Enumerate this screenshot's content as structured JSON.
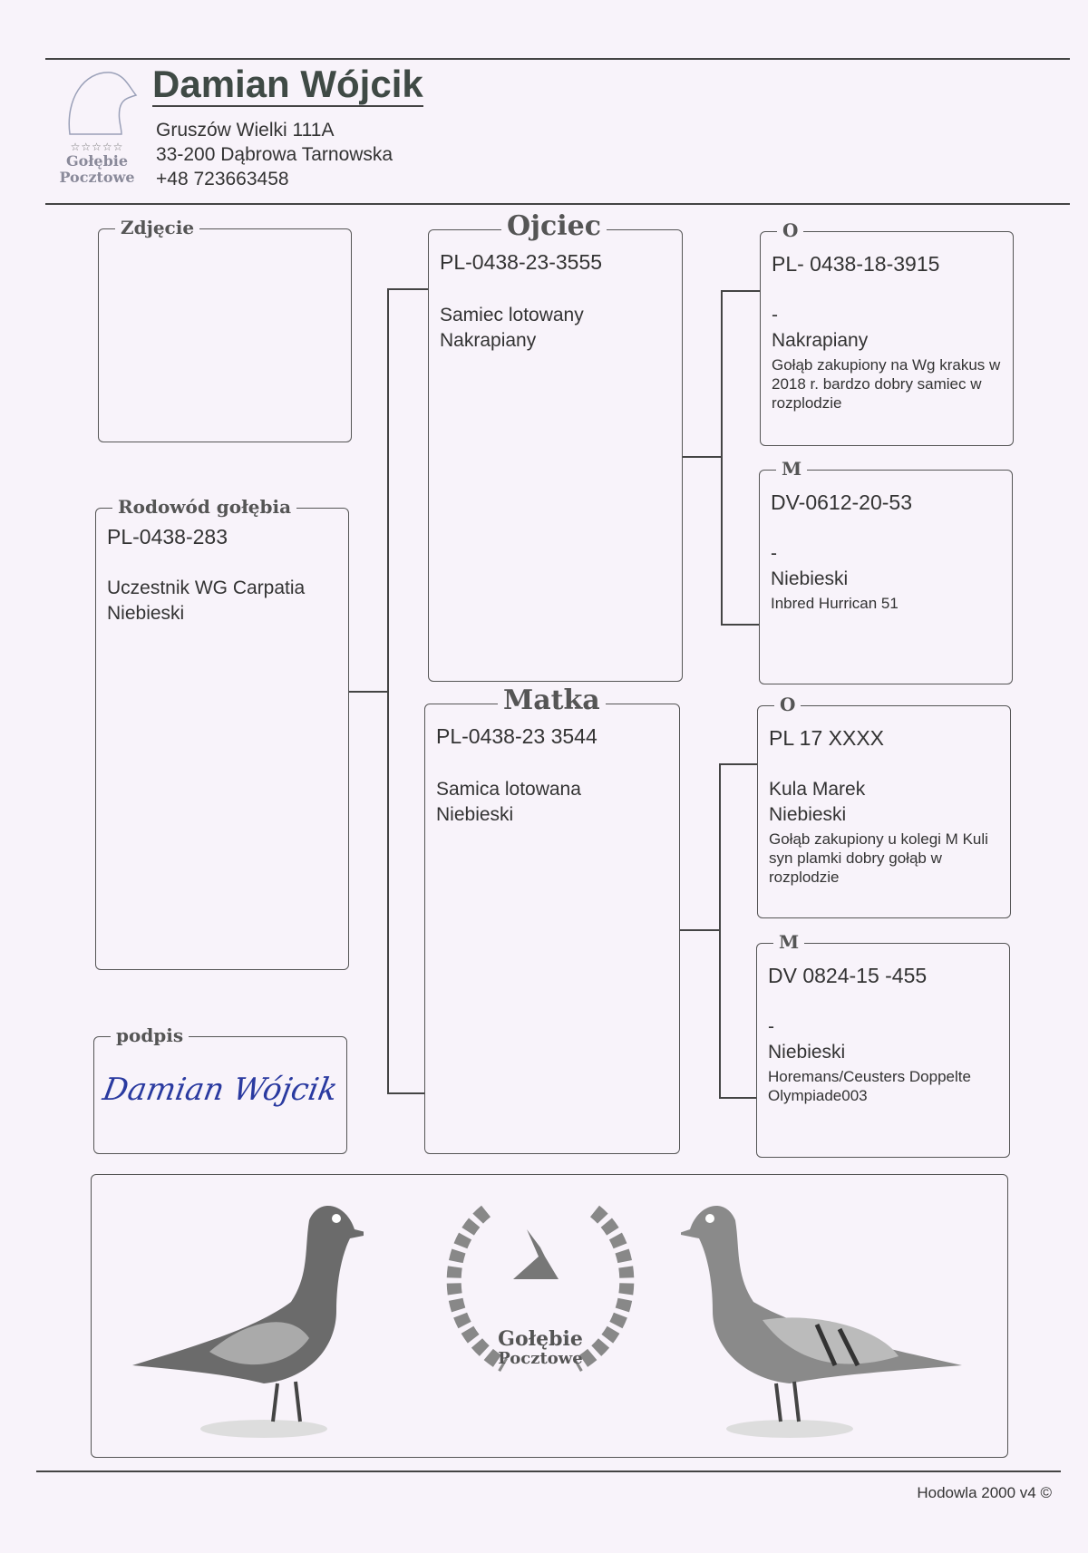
{
  "header": {
    "logo_text": [
      "Gołębie",
      "Pocztowe"
    ],
    "name": "Damian Wójcik",
    "address_line1": "Gruszów Wielki 111A",
    "address_line2": "33-200 Dąbrowa Tarnowska",
    "phone": "+48 723663458"
  },
  "photo": {
    "label": "Zdjęcie"
  },
  "pigeon": {
    "label": "Rodowód gołębia",
    "ring": "PL-0438-283",
    "line1": "Uczestnik WG Carpatia",
    "line2": "Niebieski"
  },
  "signature": {
    "label": "podpis",
    "text": "Damian Wójcik"
  },
  "father": {
    "label": "Ojciec",
    "ring": "PL-0438-23-3555",
    "line1": "Samiec lotowany",
    "line2": "Nakrapiany"
  },
  "mother": {
    "label": "Matka",
    "ring": "PL-0438-23 3544",
    "line1": "Samica lotowana",
    "line2": "Niebieski"
  },
  "ff": {
    "label": "O",
    "ring": "PL- 0438-18-3915",
    "name": "-",
    "color": "Nakrapiany",
    "note": "Gołąb zakupiony na Wg krakus w 2018 r. bardzo dobry samiec w rozplodzie"
  },
  "fm": {
    "label": "M",
    "ring": "DV-0612-20-53",
    "name": "-",
    "color": "Niebieski",
    "note": "Inbred Hurrican 51"
  },
  "mf": {
    "label": "O",
    "ring": "PL 17 XXXX",
    "name": "Kula Marek",
    "color": "Niebieski",
    "note": "Gołąb zakupiony u kolegi M Kuli syn plamki dobry gołąb w rozplodzie"
  },
  "mm": {
    "label": "M",
    "ring": "DV 0824-15 -455",
    "name": "-",
    "color": "Niebieski",
    "note": "Horemans/Ceusters Doppelte Olympiade003"
  },
  "banner": {
    "logo_text": [
      "Gołębie",
      "Pocztowe"
    ]
  },
  "footer": {
    "text": "Hodowla 2000 v4 ©"
  }
}
